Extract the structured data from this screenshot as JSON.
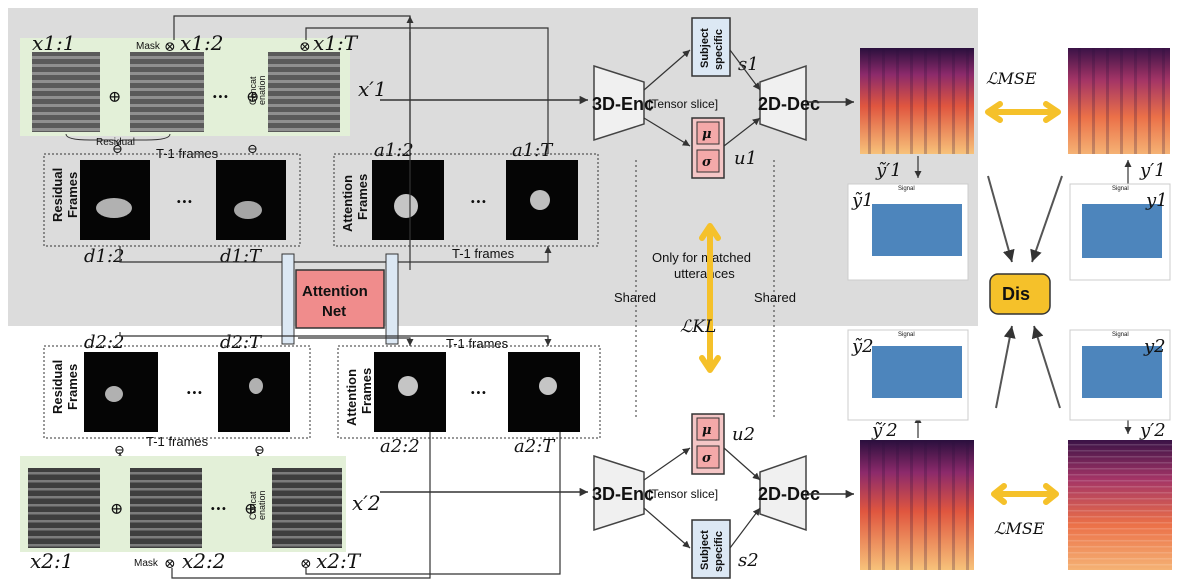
{
  "labels": {
    "x11": "x1:1",
    "x12": "x1:2",
    "x1T": "x1:T",
    "x1p": "x′1",
    "x21": "x2:1",
    "x22": "x2:2",
    "x2T": "x2:T",
    "x2p": "x′2",
    "a12": "a1:2",
    "a1T": "a1:T",
    "a22": "a2:2",
    "a2T": "a2:T",
    "d12": "d1:2",
    "d1T": "d1:T",
    "d22": "d2:2",
    "d2T": "d2:T",
    "s1": "s1",
    "s2": "s2",
    "u1": "u1",
    "u2": "u2",
    "y1": "y1",
    "y2": "y2",
    "yt1": "ỹ1",
    "yt2": "ỹ2",
    "y1p": "y′1",
    "y2p": "y′2",
    "yt1p": "ỹ′1",
    "yt2p": "ỹ′2"
  },
  "text": {
    "mask": "Mask",
    "concat1": "Concat",
    "concat2": "enation",
    "residual": "Residual",
    "t1_frames": "T-1 frames",
    "residual_frames_1": "Residual",
    "residual_frames_2": "Frames",
    "attention_frames_1": "Attention",
    "attention_frames_2": "Frames",
    "ellipsis": "···",
    "attention_net_1": "Attention",
    "attention_net_2": "Net",
    "enc": "3D-Enc",
    "dec": "2D-Dec",
    "tensor_slice": "[Tensor slice]",
    "subject_1": "Subject",
    "subject_2": "specific",
    "mu": "μ",
    "sigma": "σ",
    "shared": "Shared",
    "matched_1": "Only for matched",
    "matched_2": "utterances",
    "lkl": "ℒKL",
    "lmse": "ℒMSE",
    "dis": "Dis",
    "signal": "Signal"
  },
  "colors": {
    "panel_gray": "#dcdcdc",
    "green_bg": "#e3f0d8",
    "attention_net": "#f08c8c",
    "pink_box": "#f4c6c6",
    "subject_box": "#dce8f4",
    "arrow_orange": "#f5c12a",
    "dis_box": "#f5c12a",
    "signal_blue": "#3a78b5"
  }
}
